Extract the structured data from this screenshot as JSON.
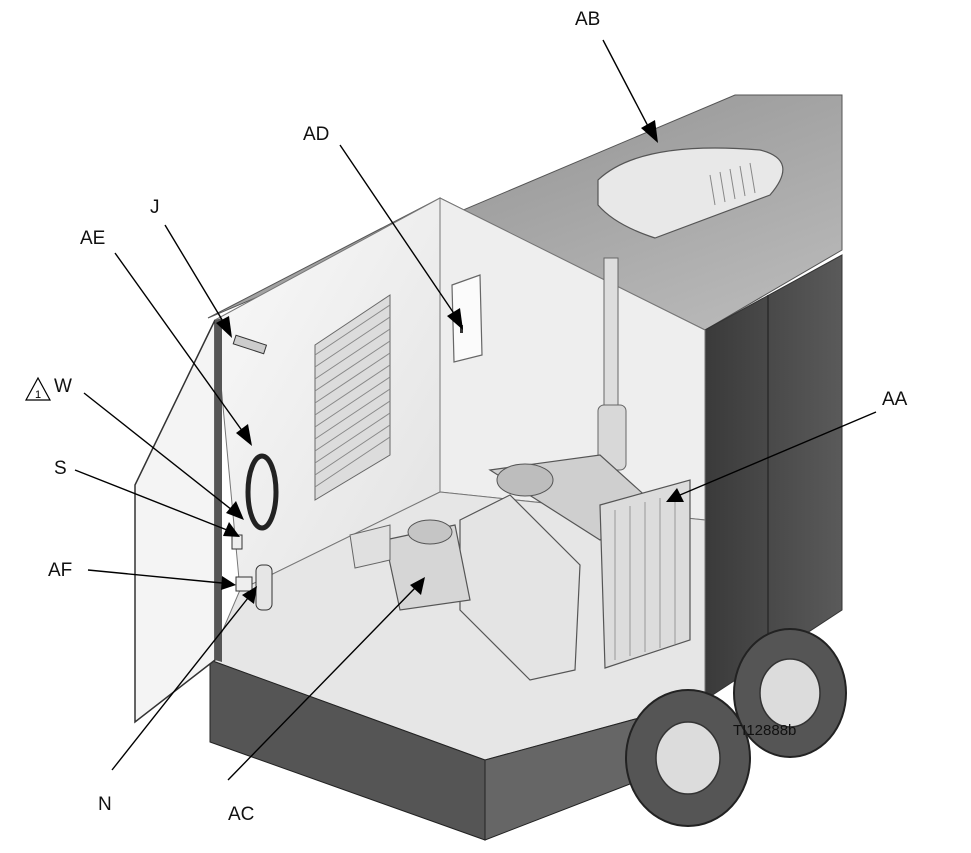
{
  "figure": {
    "figure_id": "TI12888b",
    "warning_symbol_number": "1"
  },
  "callouts": [
    {
      "label": "AB"
    },
    {
      "label": "AD"
    },
    {
      "label": "J"
    },
    {
      "label": "AE"
    },
    {
      "label": "W"
    },
    {
      "label": "S"
    },
    {
      "label": "AF"
    },
    {
      "label": "AA"
    },
    {
      "label": "N"
    },
    {
      "label": "AC"
    }
  ],
  "colors": {
    "line": "#000000",
    "trailer_dark": "#4a4a4a",
    "interior_light": "#f2f2f2"
  }
}
